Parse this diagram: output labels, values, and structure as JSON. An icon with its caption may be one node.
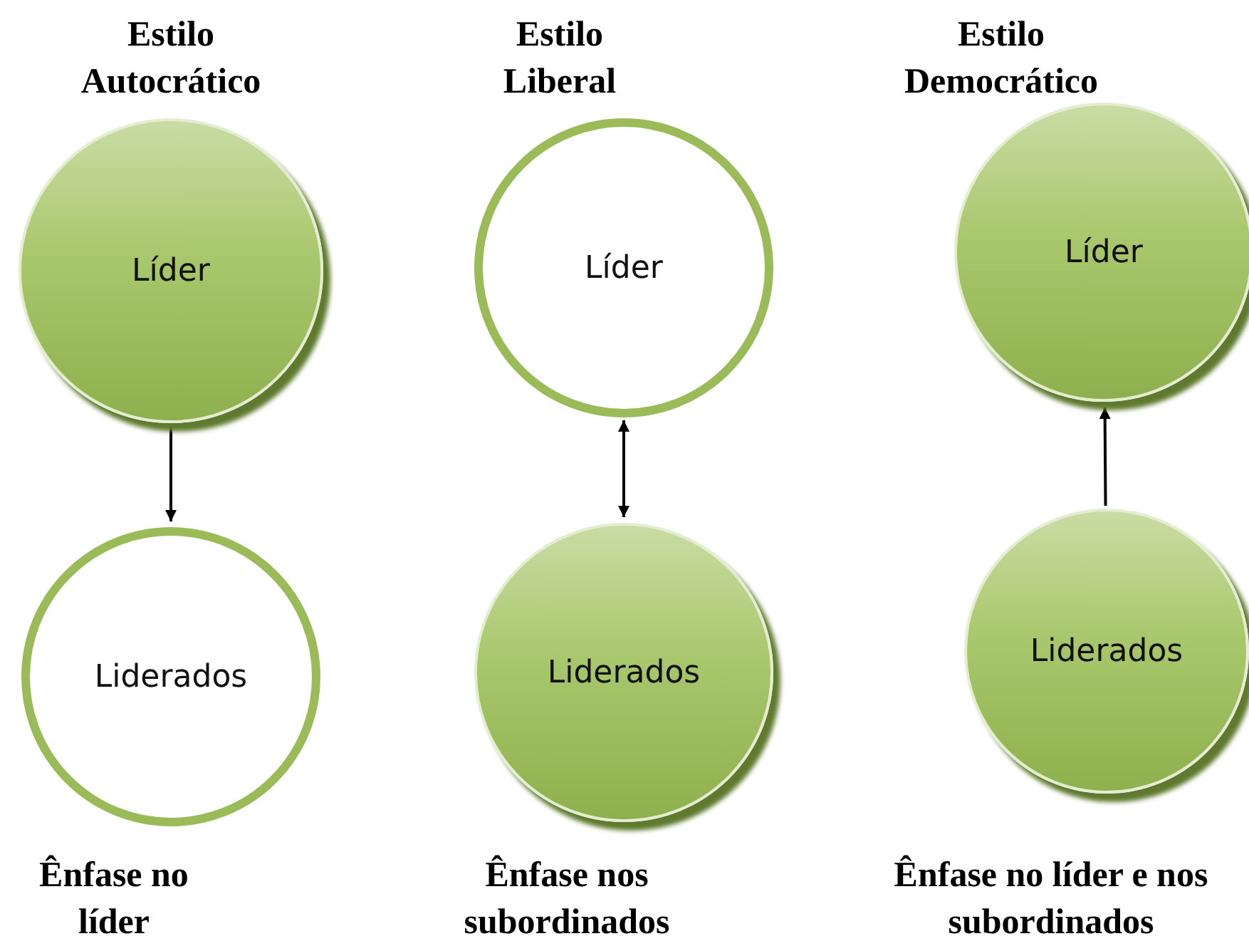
{
  "diagram": {
    "nodes": [
      {
        "text": [
          "Líder"
        ]
      },
      {
        "text": [
          "Liderados"
        ]
      },
      {
        "text": [
          "Líder"
        ]
      },
      {
        "text": [
          "Liderados"
        ]
      },
      {
        "text": [
          "Líder"
        ]
      },
      {
        "text": [
          "Liderados"
        ]
      }
    ],
    "edges": [
      {
        "from": 0,
        "to": 1,
        "arrow": "to"
      },
      {
        "from": 2,
        "to": 3,
        "arrow": "both"
      },
      {
        "from": 5,
        "to": 4,
        "arrow": "to"
      }
    ],
    "labels": [
      "Estilo Autocrático",
      "Estilo Liberal",
      "Estilo Democrático",
      "Ênfase no líder",
      "Ênfase nos subordinados",
      "Ênfase no líder e nos subordinados"
    ]
  }
}
